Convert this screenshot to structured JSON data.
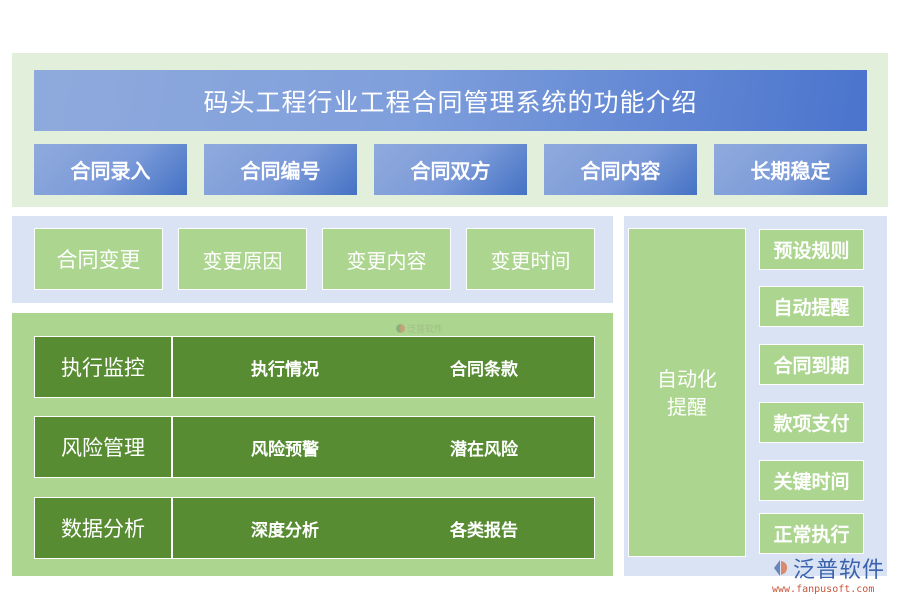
{
  "title": "码头工程行业工程合同管理系统的功能介绍",
  "top_features": [
    "合同录入",
    "合同编号",
    "合同双方",
    "合同内容",
    "长期稳定"
  ],
  "change": {
    "label": "合同变更",
    "items": [
      "变更原因",
      "变更内容",
      "变更时间"
    ]
  },
  "exec_rows": [
    {
      "label": "执行监控",
      "items": [
        "执行情况",
        "合同条款"
      ]
    },
    {
      "label": "风险管理",
      "items": [
        "风险预警",
        "潜在风险"
      ]
    },
    {
      "label": "数据分析",
      "items": [
        "深度分析",
        "各类报告"
      ]
    }
  ],
  "auto": {
    "label_line1": "自动化",
    "label_line2": "提醒",
    "items": [
      "预设规则",
      "自动提醒",
      "合同到期",
      "款项支付",
      "关键时间",
      "正常执行"
    ]
  },
  "watermark": {
    "name": "泛普软件",
    "url": "www.fanpusoft.com",
    "icon": "fanpu-logo-icon"
  },
  "colors": {
    "top_panel_bg": "#e2efda",
    "blue_accent": "#4472c4",
    "light_blue_panel": "#dae3f3",
    "light_green": "#acd58f",
    "dark_green": "#588c33"
  }
}
